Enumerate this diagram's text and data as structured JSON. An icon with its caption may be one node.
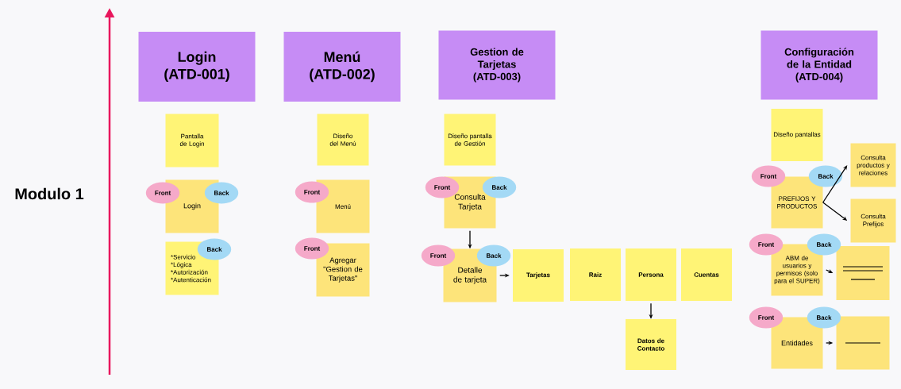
{
  "diagram": {
    "nodes": [
      {
        "text": [
          "Login (ATD-001)"
        ]
      },
      {
        "text": [
          "Menú (ATD-002)"
        ]
      },
      {
        "text": [
          "Gestion de Tarjetas (ATD-003)"
        ]
      },
      {
        "text": [
          "Configuración de la Entidad (ATD-004)"
        ]
      },
      {
        "text": [
          "Pantalla de Login"
        ]
      },
      {
        "text": [
          "Login"
        ]
      },
      {
        "text": [
          "Front"
        ]
      },
      {
        "text": [
          "Back"
        ]
      },
      {
        "text": [
          "*Servicio *Lógica *Autorización *Autenticación"
        ]
      },
      {
        "text": [
          "Back"
        ]
      },
      {
        "text": [
          "Diseño del Menú"
        ]
      },
      {
        "text": [
          "Menú"
        ]
      },
      {
        "text": [
          "Front"
        ]
      },
      {
        "text": [
          "Agregar \"Gestion de Tarjetas\""
        ]
      },
      {
        "text": [
          "Front"
        ]
      },
      {
        "text": [
          "Diseño pantalla de Gestión"
        ]
      },
      {
        "text": [
          "Consulta Tarjeta"
        ]
      },
      {
        "text": [
          "Front"
        ]
      },
      {
        "text": [
          "Back"
        ]
      },
      {
        "text": [
          "Detalle de tarjeta"
        ]
      },
      {
        "text": [
          "Front"
        ]
      },
      {
        "text": [
          "Back"
        ]
      },
      {
        "text": [
          "Tarjetas"
        ]
      },
      {
        "text": [
          "Raiz"
        ]
      },
      {
        "text": [
          "Persona"
        ]
      },
      {
        "text": [
          "Cuentas"
        ]
      },
      {
        "text": [
          "Datos de Contacto"
        ]
      },
      {
        "text": [
          "Diseño pantallas"
        ]
      },
      {
        "text": [
          "PREFIJOS Y PRODUCTOS"
        ]
      },
      {
        "text": [
          "Front"
        ]
      },
      {
        "text": [
          "Back"
        ]
      },
      {
        "text": [
          "Consulta productos y relaciones"
        ]
      },
      {
        "text": [
          "Consulta Prefijos"
        ]
      },
      {
        "text": [
          "ABM de usuarios y permisos (solo para el SUPER)"
        ]
      },
      {
        "text": [
          "Front"
        ]
      },
      {
        "text": [
          "Back"
        ]
      },
      {
        "text": [],
        "shape": "box"
      },
      {
        "text": [
          "Entidades"
        ]
      },
      {
        "text": [
          "Front"
        ]
      },
      {
        "text": [
          "Back"
        ]
      },
      {
        "text": [],
        "shape": "box"
      }
    ],
    "edges": [
      {
        "from": 16,
        "to": 19,
        "arrow": "to"
      },
      {
        "from": 19,
        "to": 22,
        "arrow": "to"
      },
      {
        "from": 24,
        "to": 26,
        "arrow": "to"
      },
      {
        "from": 28,
        "to": 31,
        "arrow": "to"
      },
      {
        "from": 28,
        "to": 32,
        "arrow": "to"
      },
      {
        "from": 33,
        "to": 36,
        "arrow": "to"
      },
      {
        "from": 37,
        "to": 40,
        "arrow": "to"
      }
    ],
    "labels": [
      "Modulo 1"
    ]
  }
}
